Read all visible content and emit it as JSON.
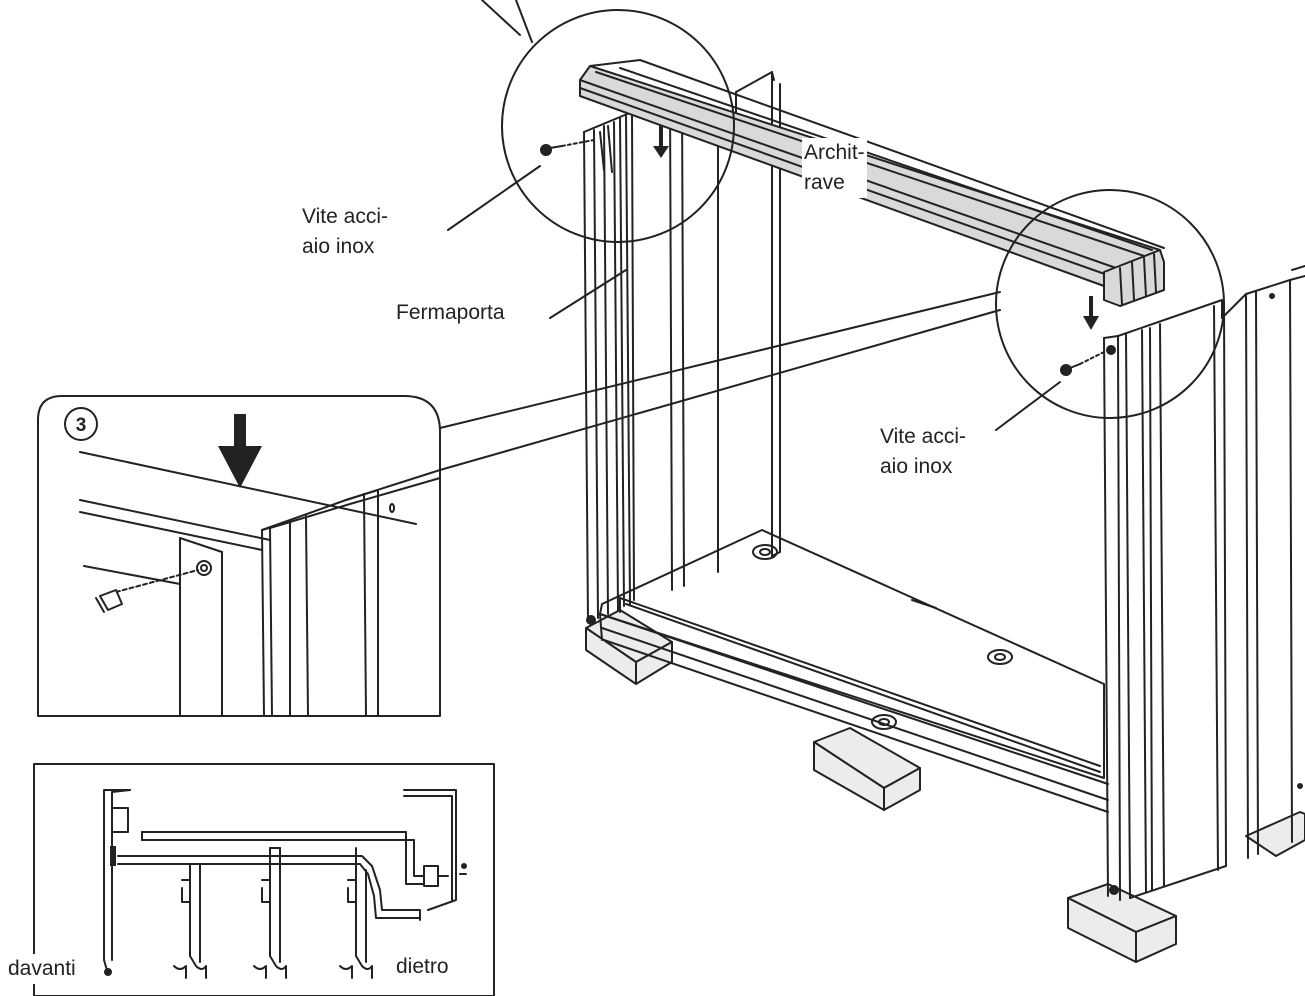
{
  "labels": {
    "architrave_line1": "Archit-",
    "architrave_line2": "rave",
    "screw_left_line1": "Vite acci-",
    "screw_left_line2": "aio inox",
    "doorstop": "Fermaporta",
    "screw_right_line1": "Vite acci-",
    "screw_right_line2": "aio inox",
    "front": "davanti",
    "back": "dietro",
    "step_number": "3"
  },
  "colors": {
    "line": "#222222",
    "rail_fill": "#d9d9d9",
    "block_fill": "#ececec"
  },
  "icons": {
    "step_badge": "circled-number-icon",
    "press_arrow": "down-arrow-icon"
  }
}
